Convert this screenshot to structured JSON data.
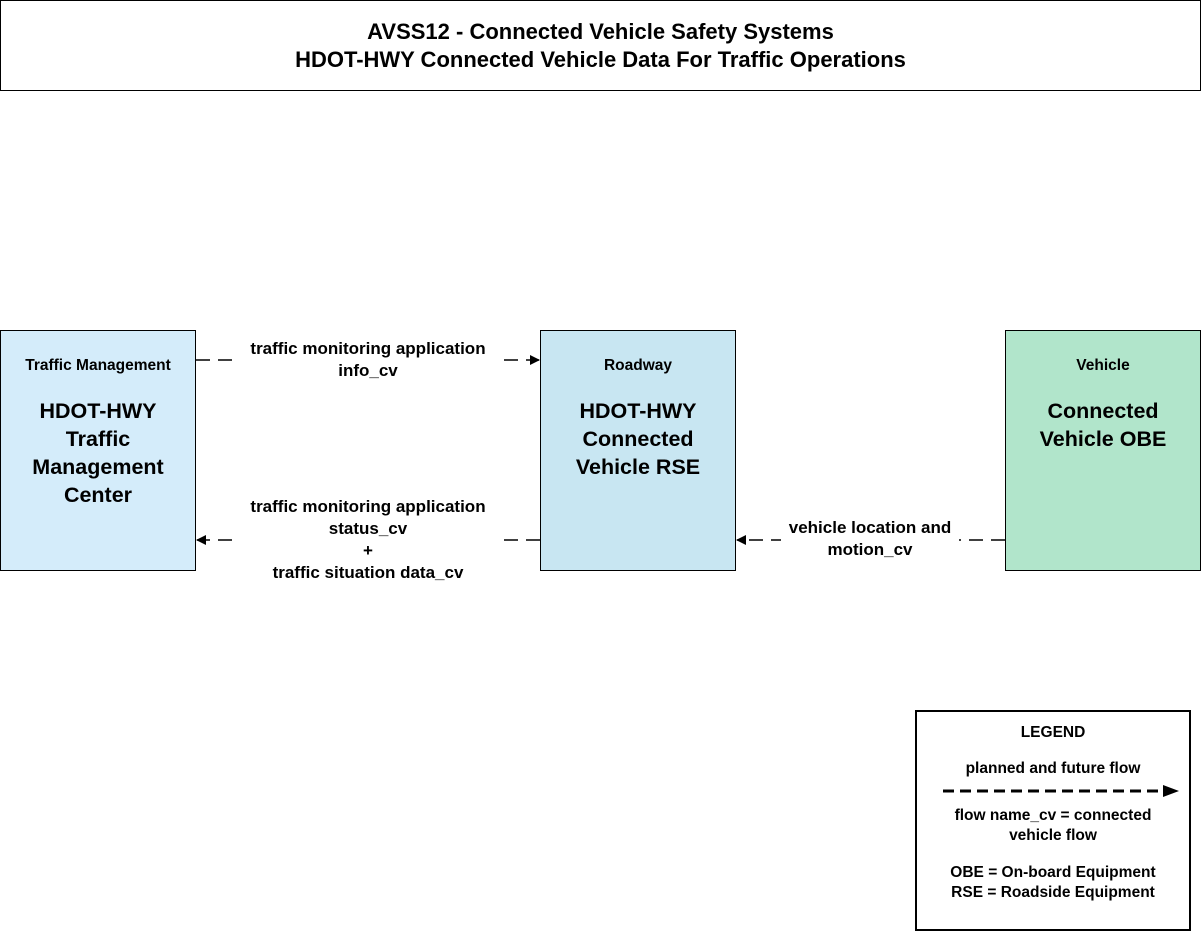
{
  "title": {
    "line1": "AVSS12 - Connected Vehicle Safety Systems",
    "line2": "HDOT-HWY Connected Vehicle Data For Traffic Operations"
  },
  "nodes": {
    "tmc": {
      "category": "Traffic Management",
      "name_lines": [
        "HDOT-HWY",
        "Traffic",
        "Management",
        "Center"
      ],
      "color": "#d4ecfa"
    },
    "rse": {
      "category": "Roadway",
      "name_lines": [
        "HDOT-HWY",
        "Connected",
        "Vehicle RSE"
      ],
      "color": "#c8e6f2"
    },
    "obe": {
      "category": "Vehicle",
      "name_lines": [
        "Connected",
        "Vehicle OBE"
      ],
      "color": "#b1e5cb"
    }
  },
  "flows": [
    {
      "from": "HDOT-HWY Traffic Management Center",
      "to": "HDOT-HWY Connected Vehicle RSE",
      "label_lines": [
        "traffic monitoring application",
        "info_cv"
      ],
      "status": "planned"
    },
    {
      "from": "HDOT-HWY Connected Vehicle RSE",
      "to": "HDOT-HWY Traffic Management Center",
      "label_lines": [
        "traffic monitoring application",
        "status_cv",
        "+",
        "traffic situation data_cv"
      ],
      "status": "planned"
    },
    {
      "from": "Connected Vehicle OBE",
      "to": "HDOT-HWY Connected Vehicle RSE",
      "label_lines": [
        "vehicle location and",
        "motion_cv"
      ],
      "status": "planned"
    }
  ],
  "legend": {
    "title": "LEGEND",
    "planned": "planned and future flow",
    "cv_lines": [
      "flow name_cv = connected",
      "vehicle flow"
    ],
    "abbr_lines": [
      "OBE = On-board Equipment",
      "RSE = Roadside Equipment"
    ]
  }
}
